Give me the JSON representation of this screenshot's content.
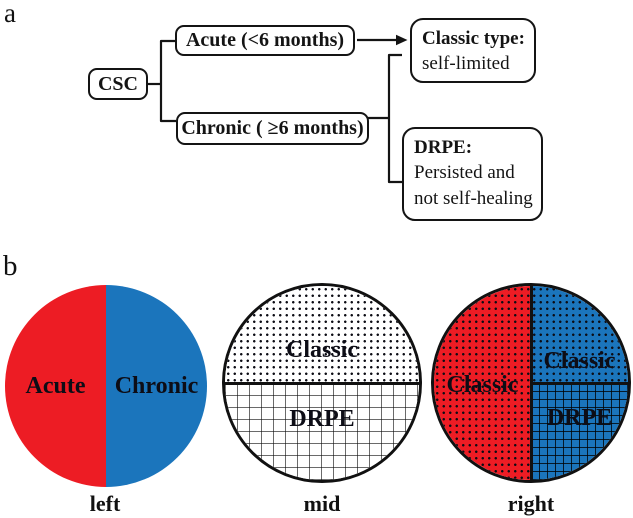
{
  "figure": {
    "panel_a_label": "a",
    "panel_b_label": "b"
  },
  "colors": {
    "red": "#ed1c24",
    "blue": "#1b75bc",
    "ink": "#141414"
  },
  "flowchart": {
    "csc": "CSC",
    "acute": "Acute (<6 months)",
    "chronic": "Chronic ( ≥6 months)",
    "classic": {
      "title": "Classic type:",
      "line2": "self-limited"
    },
    "drpe": {
      "title": "DRPE:",
      "line2": "Persisted and",
      "line3": "not self-healing"
    }
  },
  "pies": [
    {
      "caption": "left",
      "segments": [
        {
          "label": "Acute",
          "fill": "solid-red",
          "fraction": 0.5
        },
        {
          "label": "Chronic",
          "fill": "solid-blue",
          "fraction": 0.5
        }
      ]
    },
    {
      "caption": "mid",
      "segments": [
        {
          "label": "Classic",
          "fill": "white-dotted",
          "fraction": 0.5
        },
        {
          "label": "DRPE",
          "fill": "white-grid",
          "fraction": 0.5
        }
      ]
    },
    {
      "caption": "right",
      "segments": [
        {
          "label": "Classic",
          "fill": "red-dotted",
          "fraction": 0.5
        },
        {
          "label": "Classic",
          "fill": "blue-dotted",
          "fraction": 0.25
        },
        {
          "label": "DRPE",
          "fill": "blue-grid",
          "fraction": 0.25
        }
      ]
    }
  ]
}
